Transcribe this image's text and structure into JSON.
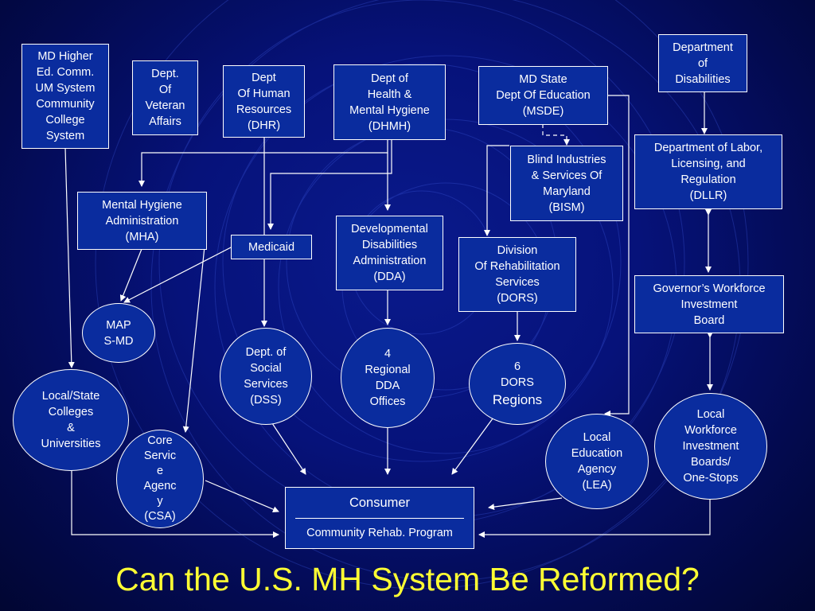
{
  "title": "Can the U.S. MH System Be Reformed?",
  "nodes": {
    "md_higher_ed": "MD Higher\nEd. Comm.\nUM System\nCommunity\nCollege\nSystem",
    "veteran_affairs": "Dept.\nOf\nVeteran\nAffairs",
    "dhr": "Dept\nOf Human\nResources\n(DHR)",
    "dhmh": "Dept of\nHealth &\nMental Hygiene\n(DHMH)",
    "msde": "MD State\nDept Of Education\n(MSDE)",
    "dept_disabilities": "Department\nof\nDisabilities",
    "bism": "Blind Industries\n& Services Of\nMaryland\n(BISM)",
    "dllr": "Department of Labor,\nLicensing, and\nRegulation\n(DLLR)",
    "mha": "Mental Hygiene\nAdministration\n(MHA)",
    "medicaid": "Medicaid",
    "dda": "Developmental\nDisabilities\nAdministration\n(DDA)",
    "dors": "Division\nOf Rehabilitation\nServices\n(DORS)",
    "gwib": "Governor’s Workforce\nInvestment\nBoard",
    "map": "MAP\nS-MD",
    "dss": "Dept. of\nSocial\nServices\n(DSS)",
    "regional_dda": "4\nRegional\nDDA\nOffices",
    "dors_regions_num": "6\nDORS",
    "dors_regions_word": "Regions",
    "local_colleges": "Local/State\nColleges\n&\nUniversities",
    "csa": "Core\nServic\ne\nAgenc\ny\n(CSA)",
    "lea": "Local\nEducation\nAgency\n(LEA)",
    "lwib": "Local\nWorkforce\nInvestment\nBoards/\nOne-Stops",
    "consumer_title": "Consumer",
    "consumer_sub": "Community Rehab. Program"
  }
}
